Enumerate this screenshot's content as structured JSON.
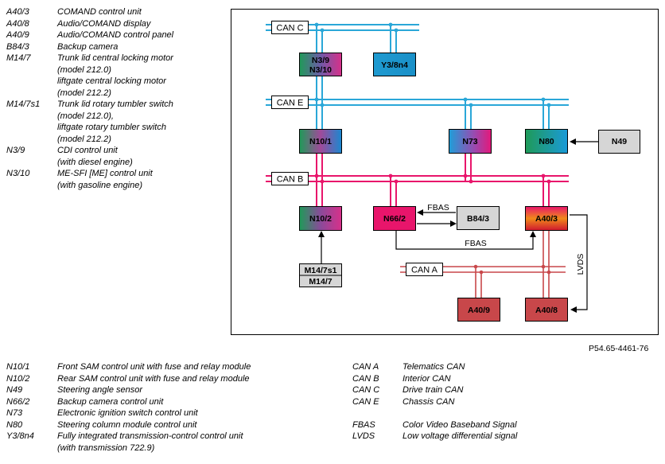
{
  "legend_top": [
    {
      "code": "A40/3",
      "lines": [
        "COMAND control unit"
      ]
    },
    {
      "code": "A40/8",
      "lines": [
        "Audio/COMAND display"
      ]
    },
    {
      "code": "A40/9",
      "lines": [
        "Audio/COMAND control panel"
      ]
    },
    {
      "code": "B84/3",
      "lines": [
        "Backup camera"
      ]
    },
    {
      "code": "M14/7",
      "lines": [
        "Trunk lid central locking motor",
        "(model 212.0)",
        "liftgate central locking motor",
        "(model 212.2)"
      ]
    },
    {
      "code": "M14/7s1",
      "lines": [
        "Trunk lid rotary tumbler switch",
        "(model 212.0),",
        "liftgate rotary tumbler switch",
        "(model 212.2)"
      ]
    },
    {
      "code": "N3/9",
      "lines": [
        "CDI control unit",
        "(with diesel engine)"
      ]
    },
    {
      "code": "N3/10",
      "lines": [
        "ME-SFI [ME] control unit",
        "(with gasoline engine)"
      ]
    }
  ],
  "legend_bottom_left": [
    {
      "code": "N10/1",
      "lines": [
        "Front SAM control unit with fuse and relay module"
      ]
    },
    {
      "code": "N10/2",
      "lines": [
        "Rear SAM control unit with fuse and relay module"
      ]
    },
    {
      "code": "N49",
      "lines": [
        "Steering angle sensor"
      ]
    },
    {
      "code": "N66/2",
      "lines": [
        "Backup camera control unit"
      ]
    },
    {
      "code": "N73",
      "lines": [
        "Electronic ignition switch control unit"
      ]
    },
    {
      "code": "N80",
      "lines": [
        "Steering column module control unit"
      ]
    },
    {
      "code": "Y3/8n4",
      "lines": [
        "Fully integrated transmission-control control unit",
        "(with transmission 722.9)"
      ]
    }
  ],
  "legend_bottom_right": [
    {
      "code": "CAN A",
      "lines": [
        "Telematics CAN"
      ]
    },
    {
      "code": "CAN B",
      "lines": [
        "Interior CAN"
      ]
    },
    {
      "code": "CAN C",
      "lines": [
        "Drive train CAN"
      ]
    },
    {
      "code": "CAN E",
      "lines": [
        "Chassis CAN"
      ]
    },
    {
      "code": "",
      "lines": [
        ""
      ]
    },
    {
      "code": "FBAS",
      "lines": [
        "Color Video Baseband Signal"
      ]
    },
    {
      "code": "LVDS",
      "lines": [
        "Low voltage differential signal"
      ]
    }
  ],
  "figure_code": "P54.65-4461-76",
  "diagram": {
    "buses": {
      "can_c": {
        "label": "CAN C",
        "color": "#2aa7d8"
      },
      "can_e": {
        "label": "CAN E",
        "color": "#2aa7d8"
      },
      "can_b": {
        "label": "CAN B",
        "color": "#e8156b"
      },
      "can_a": {
        "label": "CAN A",
        "color": "#c8474a"
      }
    },
    "boxes": {
      "n3_9": {
        "line1": "N3/9",
        "line2": "N3/10"
      },
      "y3_8n4": {
        "line1": "Y3/8n4"
      },
      "n10_1": {
        "line1": "N10/1"
      },
      "n73": {
        "line1": "N73"
      },
      "n80": {
        "line1": "N80"
      },
      "n49": {
        "line1": "N49"
      },
      "n10_2": {
        "line1": "N10/2"
      },
      "n66_2": {
        "line1": "N66/2"
      },
      "b84_3": {
        "line1": "B84/3"
      },
      "a40_3": {
        "line1": "A40/3"
      },
      "m14_7s1": {
        "line1": "M14/7s1",
        "line2": "M14/7"
      },
      "a40_9": {
        "line1": "A40/9"
      },
      "a40_8": {
        "line1": "A40/8"
      }
    },
    "signals": {
      "fbas_top": "FBAS",
      "fbas_bottom": "FBAS",
      "lvds": "LVDS"
    }
  }
}
